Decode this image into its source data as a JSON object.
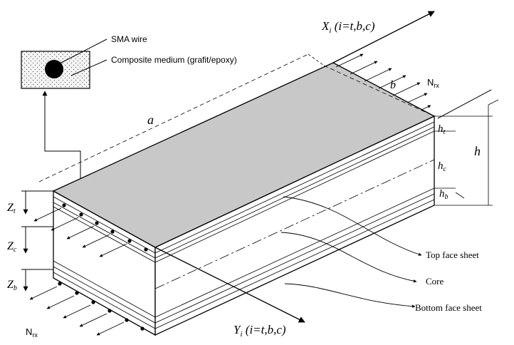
{
  "labels": {
    "sma_wire": "SMA wire",
    "composite_medium": "Composite medium (grafit/epoxy)",
    "a": "a",
    "b": "b",
    "h": "h",
    "ht": "h",
    "ht_sub": "t",
    "hc": "h",
    "hc_sub": "c",
    "hb": "h",
    "hb_sub": "b",
    "xi": "X",
    "xi_sub": "i",
    "xi_paren": " (i=t,b,c)",
    "yi": "Y",
    "yi_sub": "i",
    "yi_paren": " (i=t,b,c)",
    "zt": "Z",
    "zt_sub": "t",
    "zc": "Z",
    "zc_sub": "c",
    "zb": "Z",
    "zb_sub": "b",
    "n_top": "N",
    "n_top_sub": "rx",
    "n_bottom": "N",
    "n_bottom_sub": "rx",
    "top_face_sheet": "Top face sheet",
    "core": "Core",
    "bottom_face_sheet": "Bottom face sheet"
  },
  "colors": {
    "stroke": "#000000",
    "top_face": "#c8c8c8",
    "inset_fill": "#f2f2f2"
  }
}
